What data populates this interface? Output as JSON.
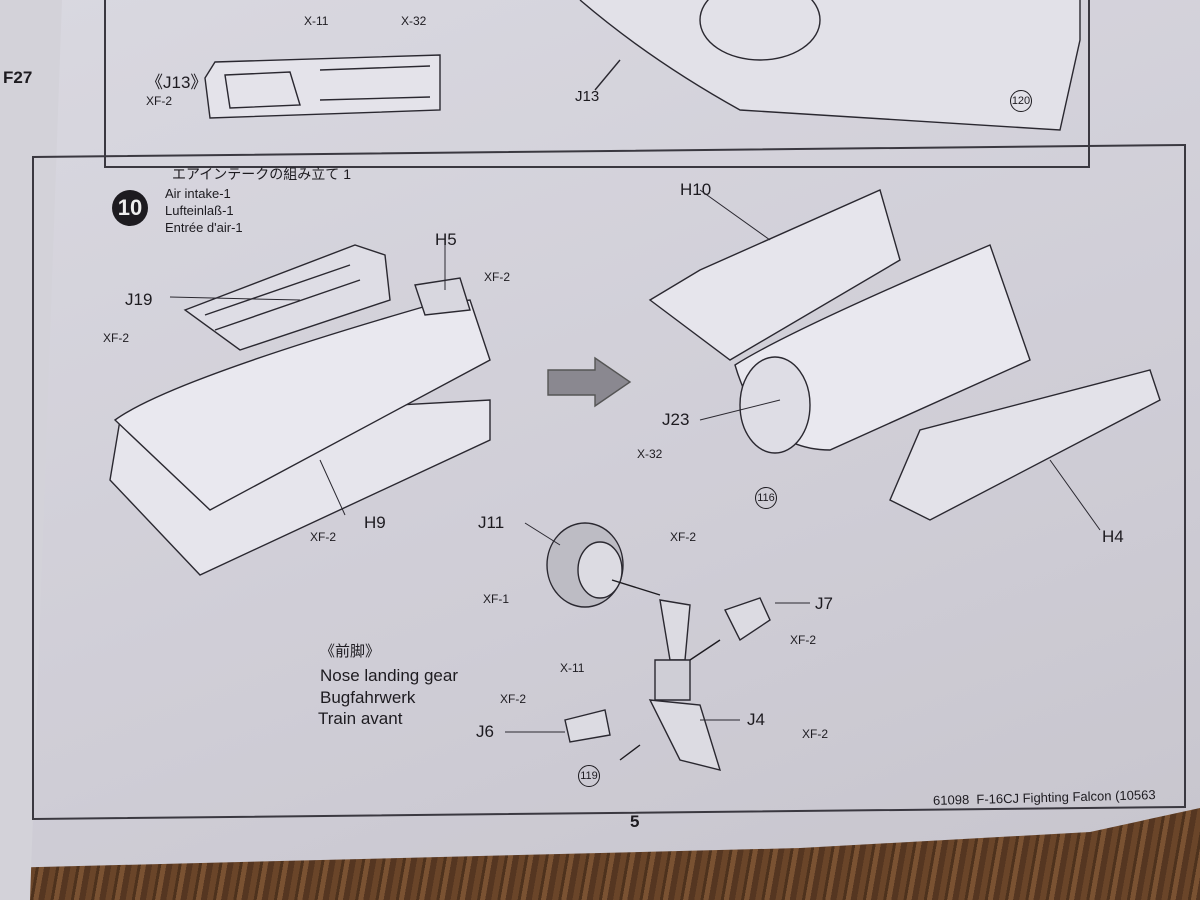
{
  "prev_page": {
    "label": "F27"
  },
  "top_panel": {
    "title": "《J13》",
    "callouts": [
      "X-11",
      "X-32",
      "XF-2",
      "J13"
    ],
    "ref_number": "120"
  },
  "step": {
    "number": "10",
    "title_ja": "エアインテークの組み立て 1",
    "title_en": "Air intake-1",
    "title_de": "Lufteinlaß-1",
    "title_fr": "Entrée d'air-1",
    "parts": [
      "H5",
      "J19",
      "H9",
      "H10",
      "J23",
      "H4",
      "J11",
      "J7",
      "J6",
      "J4"
    ],
    "paints": {
      "h5": "XF-2",
      "j19": "XF-2",
      "h9": "XF-2",
      "j23": "X-32",
      "j11": "XF-2",
      "tire": "XF-1",
      "j7": "XF-2",
      "strut": "X-11",
      "j6": "XF-2",
      "j4": "XF-2"
    },
    "refs": [
      "116",
      "119"
    ]
  },
  "nose_gear": {
    "title_ja": "《前脚》",
    "title_en": "Nose landing gear",
    "title_de": "Bugfahrwerk",
    "title_fr": "Train avant"
  },
  "footer": {
    "code": "61098",
    "name": "F-16CJ Fighting Falcon (10563",
    "page": "5"
  }
}
